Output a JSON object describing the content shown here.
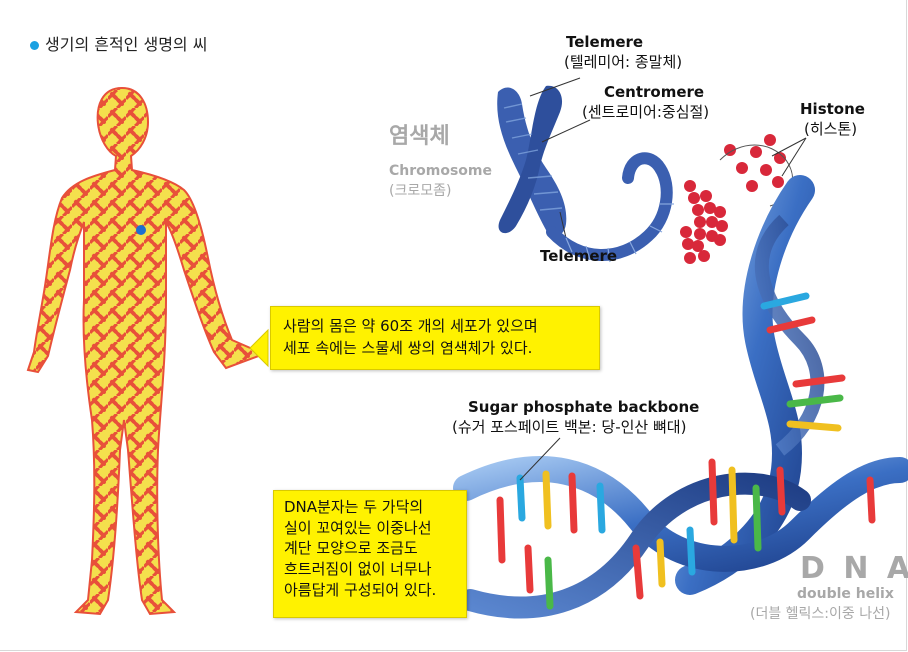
{
  "heading": "생기의 흔적인 생명의 씨",
  "labels": {
    "telemere_top": "Telemere",
    "telemere_top_ko": "(텔레미어: 종말체)",
    "centromere": "Centromere",
    "centromere_ko": "(센트로미어:중심절)",
    "histone": "Histone",
    "histone_ko": "(히스톤)",
    "chromosome_ko": "염색체",
    "chromosome": "Chromosome",
    "chromosome_paren": "(크로모좀)",
    "telemere_bottom": "Telemere",
    "sugar": "Sugar phosphate backbone",
    "sugar_ko": "(슈거 포스페이트 백본: 당-인산 뼈대)",
    "dna_title": "D N A",
    "dna_sub": "double helix",
    "dna_ko": "(더블 헬릭스:이중 나선)"
  },
  "callout1": {
    "line1": "사람의 몸은 약 60조 개의 세포가 있으며",
    "line2": "세포 속에는 스물세 쌍의 염색체가 있다."
  },
  "callout2": {
    "line1": "DNA분자는 두 가닥의",
    "line2": "실이 꼬여있는 이중나선",
    "line3": "계단 모양으로 조금도",
    "line4": "흐트러짐이 없이 너무나",
    "line5": "아름답게 구성되어 있다."
  },
  "colors": {
    "bullet": "#1ba1e2",
    "callout_fill": "#fff200",
    "body_red": "#e8503a",
    "body_yellow": "#f4e04d",
    "heart_dot": "#1e6fd0",
    "chromosome_blue": "#3b5fb0",
    "histone_red": "#d8283a",
    "grey_text": "#a8a8a8"
  }
}
